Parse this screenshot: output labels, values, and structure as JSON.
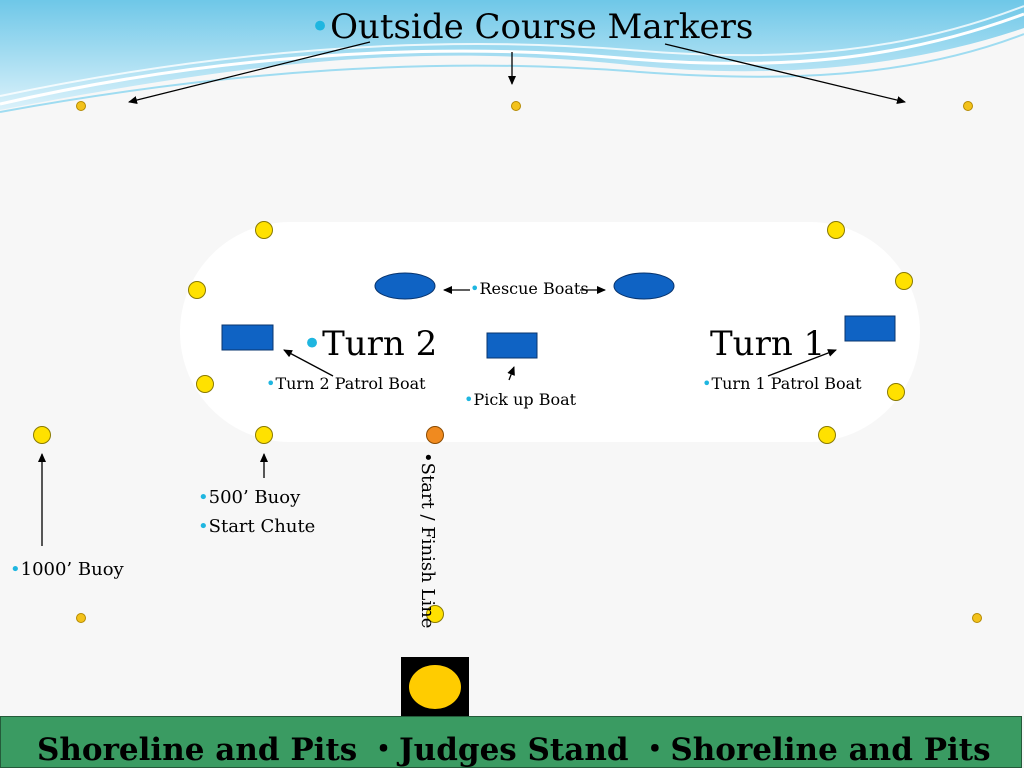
{
  "title": "Outside Course Markers",
  "labels": {
    "rescue_boats": "Rescue Boats",
    "turn2": "Turn 2",
    "turn1": "Turn 1",
    "turn2_patrol": "Turn 2 Patrol Boat",
    "turn1_patrol": "Turn 1 Patrol Boat",
    "pickup": "Pick up Boat",
    "buoy500": "500’ Buoy",
    "start_chute": "Start Chute",
    "buoy1000": "1000’ Buoy",
    "start_finish": "Start / Finish Line"
  },
  "footer": "Shoreline and Pits ・Judges Stand ・Shoreline and Pits",
  "colors": {
    "water_top": "#6cc9e8",
    "buoy": "#ffe100",
    "marker": "#f3c21b",
    "start_buoy": "#f08a1f",
    "boat": "#0f63c4",
    "footer": "#3a9b62",
    "bullet": "#1fb6e0"
  }
}
